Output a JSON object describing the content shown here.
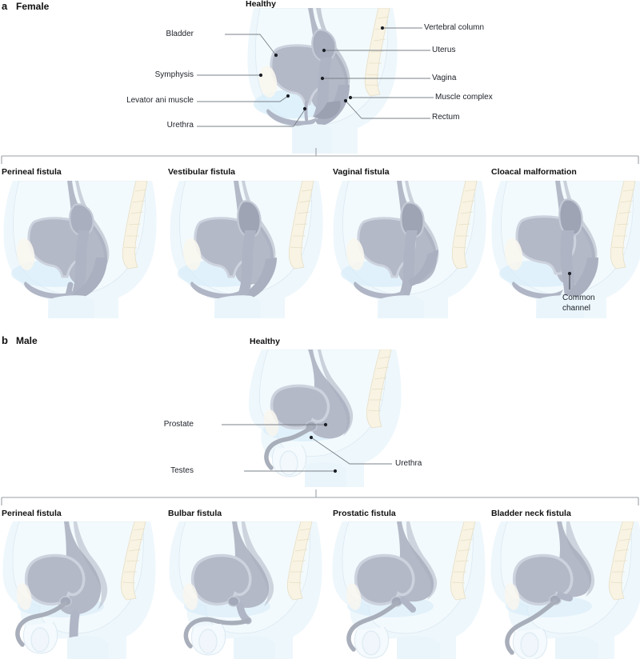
{
  "figure": {
    "type": "medical-anatomical-diagram",
    "description": "Sagittal pelvic anatomy illustrations showing healthy anatomy and anorectal malformation fistula subtypes in female and male patients"
  },
  "sections": [
    {
      "letter": "a",
      "title": "Female",
      "healthy_label": "Healthy",
      "callouts_left": [
        {
          "label": "Bladder",
          "anchor": "bladder"
        },
        {
          "label": "Symphysis",
          "anchor": "symphysis"
        },
        {
          "label": "Levator ani muscle",
          "anchor": "levator-ani-muscle"
        },
        {
          "label": "Urethra",
          "anchor": "urethra"
        }
      ],
      "callouts_right": [
        {
          "label": "Vertebral column",
          "anchor": "vertebral-column"
        },
        {
          "label": "Uterus",
          "anchor": "uterus"
        },
        {
          "label": "Vagina",
          "anchor": "vagina"
        },
        {
          "label": "Muscle complex",
          "anchor": "muscle-complex"
        },
        {
          "label": "Rectum",
          "anchor": "rectum"
        }
      ],
      "variants": [
        {
          "title": "Perineal fistula",
          "note": null
        },
        {
          "title": "Vestibular fistula",
          "note": null
        },
        {
          "title": "Vaginal fistula",
          "note": null
        },
        {
          "title": "Cloacal malformation",
          "note": "Common\nchannel",
          "note_line1": "Common",
          "note_line2": "channel"
        }
      ]
    },
    {
      "letter": "b",
      "title": "Male",
      "healthy_label": "Healthy",
      "callouts_left": [
        {
          "label": "Prostate",
          "anchor": "prostate"
        },
        {
          "label": "Testes",
          "anchor": "testes"
        }
      ],
      "callouts_right": [
        {
          "label": "Urethra",
          "anchor": "urethra"
        }
      ],
      "variants": [
        {
          "title": "Perineal fistula",
          "note": null
        },
        {
          "title": "Bulbar fistula",
          "note": null
        },
        {
          "title": "Prostatic fistula",
          "note": null
        },
        {
          "title": "Bladder neck fistula",
          "note": null
        }
      ]
    }
  ],
  "colors": {
    "body_fill": "#eaf4fb",
    "body_fill_light": "#f2f9fd",
    "muscle_gray": "#b2b7c6",
    "muscle_gray_dark": "#9aa0b2",
    "organ_outline": "#c8cdd9",
    "spine_cream": "#f7f2e2",
    "spine_outline": "#e3dcc4",
    "highlight_blue": "#d3eaf8",
    "leader_line": "#6f7680",
    "anchor_dot": "#1b1f26",
    "bracket": "#9aa0a6",
    "text": "#111111"
  },
  "labels": {
    "common_channel_line1": "Common",
    "common_channel_line2": "channel"
  }
}
